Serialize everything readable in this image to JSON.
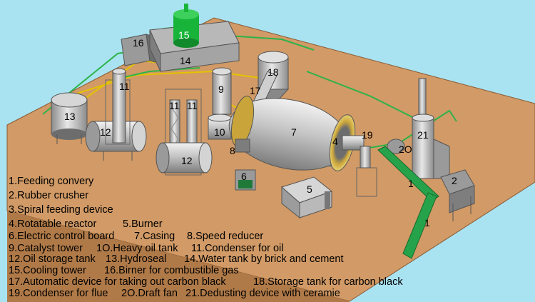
{
  "callouts": {
    "c1a": "1",
    "c1b": "1",
    "c2": "2",
    "c4": "4",
    "c5": "5",
    "c6": "6",
    "c7": "7",
    "c8": "8",
    "c9": "9",
    "c10": "10",
    "c11a": "11",
    "c11b": "11",
    "c11c": "11",
    "c12a": "12",
    "c12b": "12",
    "c13": "13",
    "c14": "14",
    "c15": "15",
    "c16": "16",
    "c17": "17",
    "c18": "18",
    "c19": "19",
    "c20": "2O",
    "c21": "21"
  },
  "legend": {
    "l1": "1.Feeding convery",
    "l2": "2.Rubber crusher",
    "l3": "3.Spiral feeding device",
    "l4": "4.Rotatable reactor",
    "l5": "5.Burner",
    "l6": "6.Electric control board",
    "l7": "7.Casing",
    "l8": "8.Speed reducer",
    "l9": "9.Catalyst tower",
    "l10": "1O.Heavy oil tank",
    "l11": "11.Condenser for oil",
    "l12": "12.Oil storage tank",
    "l13": "13.Hydroseal",
    "l14": "14.Water tank by brick and cement",
    "l15": "15.Cooling tower",
    "l16": "16.Birner for combustible gas",
    "l17": "17.Automatic device for taking out carbon black",
    "l18": "18.Storage tank for carbon black",
    "l19": "19.Condenser for flue",
    "l20": "2O.Draft fan",
    "l21": "21.Dedusting device with ceramie"
  }
}
